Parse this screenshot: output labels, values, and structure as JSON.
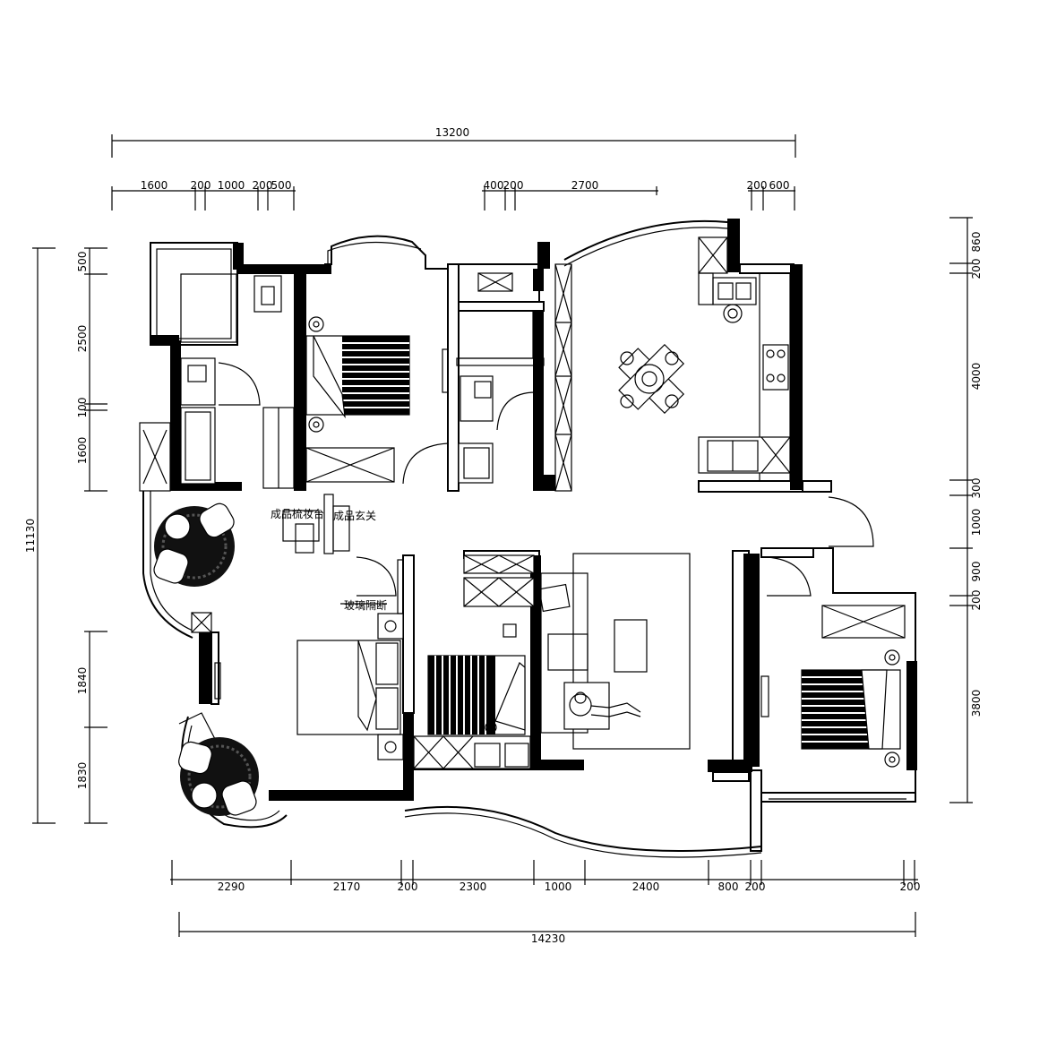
{
  "dimensions": {
    "top_total": "13200",
    "top_segments": [
      "1600",
      "200",
      "1000",
      "200",
      "500",
      "400",
      "200",
      "2700",
      "200",
      "600"
    ],
    "bottom_segments": [
      "2290",
      "2170",
      "200",
      "2300",
      "1000",
      "2400",
      "800",
      "200",
      "200"
    ],
    "bottom_total": "14230",
    "left_total": "11130",
    "left_segments": [
      "500",
      "2500",
      "100",
      "1600",
      "1840",
      "1830"
    ],
    "right_segments": [
      "860",
      "200",
      "4000",
      "300",
      "1000",
      "900",
      "200",
      "3800"
    ]
  },
  "labels": {
    "vanity": "成品梳妆台",
    "entry": "成品玄关",
    "glass_partition": "玻璃隔断"
  }
}
